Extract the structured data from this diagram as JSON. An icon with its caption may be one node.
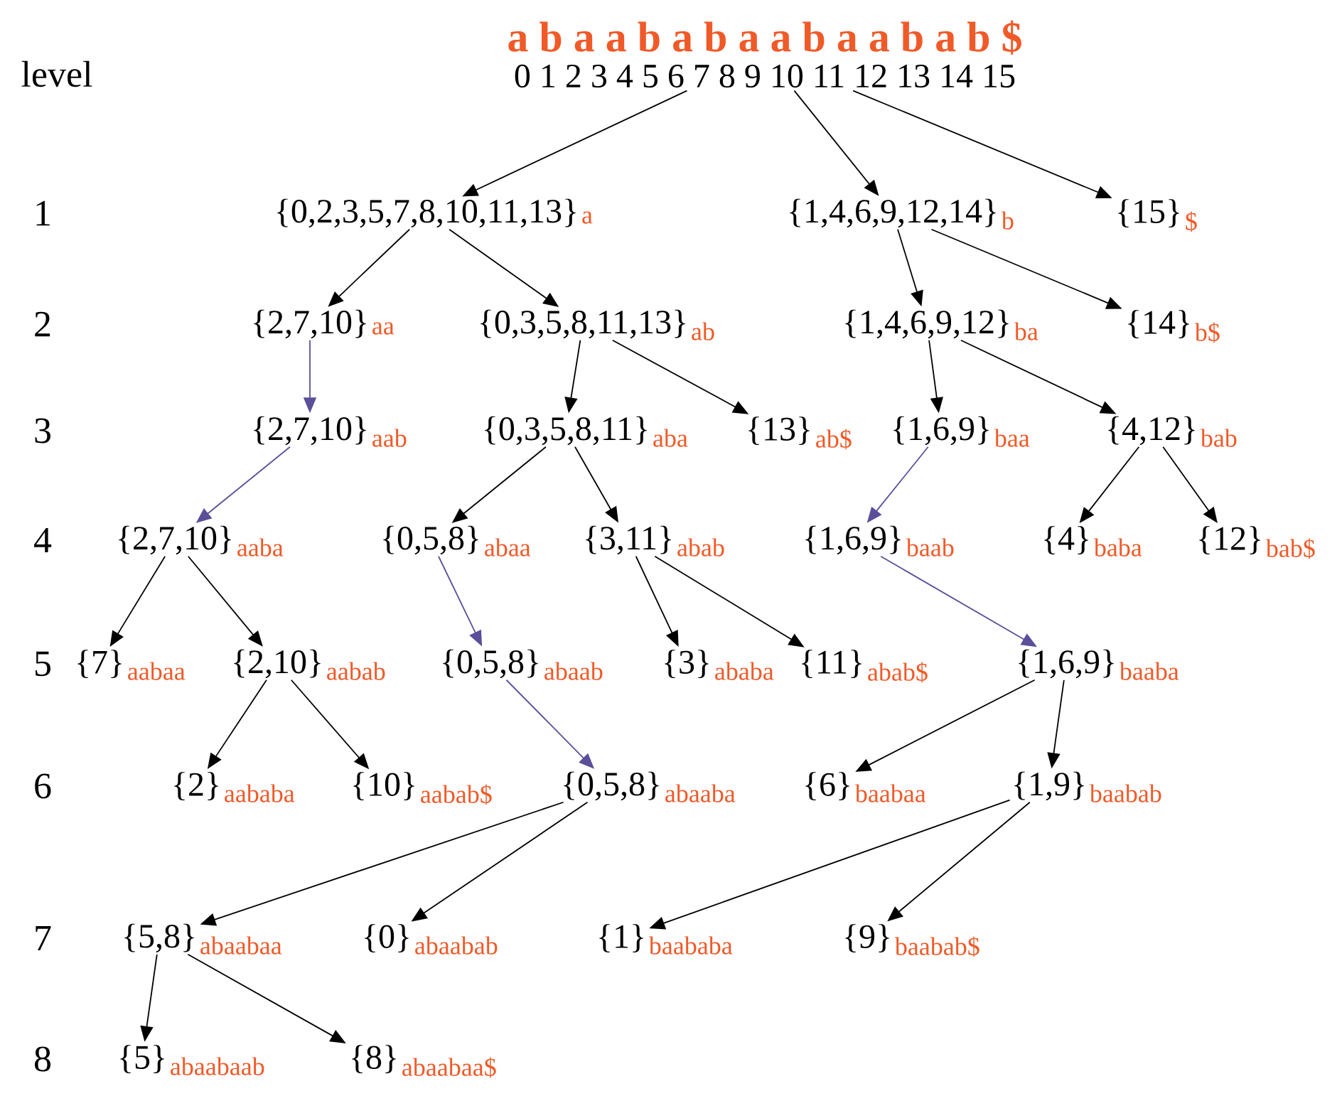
{
  "diagram": {
    "nodes": [
      {
        "text": [
          "a b a a b a b a a b a a b a b $",
          "0 1 2 3 4 5 6 7 8 9 10 11 12 13 14 15"
        ]
      },
      {
        "text": [
          "{0,2,3,5,7,8,10,11,13}"
        ],
        "beside": [
          "a"
        ]
      },
      {
        "text": [
          "{1,4,6,9,12,14}"
        ],
        "beside": [
          "b"
        ]
      },
      {
        "text": [
          "{15}"
        ],
        "beside": [
          "$"
        ]
      },
      {
        "text": [
          "{2,7,10}"
        ],
        "beside": [
          "aa"
        ]
      },
      {
        "text": [
          "{0,3,5,8,11,13}"
        ],
        "beside": [
          "ab"
        ]
      },
      {
        "text": [
          "{1,4,6,9,12}"
        ],
        "beside": [
          "ba"
        ]
      },
      {
        "text": [
          "{14}"
        ],
        "beside": [
          "b$"
        ]
      },
      {
        "text": [
          "{2,7,10}"
        ],
        "beside": [
          "aab"
        ]
      },
      {
        "text": [
          "{0,3,5,8,11}"
        ],
        "beside": [
          "aba"
        ]
      },
      {
        "text": [
          "{13}"
        ],
        "beside": [
          "ab$"
        ]
      },
      {
        "text": [
          "{1,6,9}"
        ],
        "beside": [
          "baa"
        ]
      },
      {
        "text": [
          "{4,12}"
        ],
        "beside": [
          "bab"
        ]
      },
      {
        "text": [
          "{2,7,10}"
        ],
        "beside": [
          "aaba"
        ]
      },
      {
        "text": [
          "{0,5,8}"
        ],
        "beside": [
          "abaa"
        ]
      },
      {
        "text": [
          "{3,11}"
        ],
        "beside": [
          "abab"
        ]
      },
      {
        "text": [
          "{1,6,9}"
        ],
        "beside": [
          "baab"
        ]
      },
      {
        "text": [
          "{4}"
        ],
        "beside": [
          "baba"
        ]
      },
      {
        "text": [
          "{12}"
        ],
        "beside": [
          "bab$"
        ]
      },
      {
        "text": [
          "{7}"
        ],
        "beside": [
          "aabaa"
        ]
      },
      {
        "text": [
          "{2,10}"
        ],
        "beside": [
          "aabab"
        ]
      },
      {
        "text": [
          "{0,5,8}"
        ],
        "beside": [
          "abaab"
        ]
      },
      {
        "text": [
          "{3}"
        ],
        "beside": [
          "ababa"
        ]
      },
      {
        "text": [
          "{11}"
        ],
        "beside": [
          "abab$"
        ]
      },
      {
        "text": [
          "{1,6,9}"
        ],
        "beside": [
          "baaba"
        ]
      },
      {
        "text": [
          "{2}"
        ],
        "beside": [
          "aababa"
        ]
      },
      {
        "text": [
          "{10}"
        ],
        "beside": [
          "aabab$"
        ]
      },
      {
        "text": [
          "{0,5,8}"
        ],
        "beside": [
          "abaaba"
        ]
      },
      {
        "text": [
          "{6}"
        ],
        "beside": [
          "baabaa"
        ]
      },
      {
        "text": [
          "{1,9}"
        ],
        "beside": [
          "baabab"
        ]
      },
      {
        "text": [
          "{5,8}"
        ],
        "beside": [
          "abaabaa"
        ]
      },
      {
        "text": [
          "{0}"
        ],
        "beside": [
          "abaabab"
        ]
      },
      {
        "text": [
          "{1}"
        ],
        "beside": [
          "baababa"
        ]
      },
      {
        "text": [
          "{9}"
        ],
        "beside": [
          "baabab$"
        ]
      },
      {
        "text": [
          "{5}"
        ],
        "beside": [
          "abaabaab"
        ]
      },
      {
        "text": [
          "{8}"
        ],
        "beside": [
          "abaabaa$"
        ]
      }
    ],
    "edges": [
      {
        "from": 0,
        "to": 1,
        "arrow": "to"
      },
      {
        "from": 0,
        "to": 2,
        "arrow": "to"
      },
      {
        "from": 0,
        "to": 3,
        "arrow": "to"
      },
      {
        "from": 1,
        "to": 4,
        "arrow": "to"
      },
      {
        "from": 1,
        "to": 5,
        "arrow": "to"
      },
      {
        "from": 2,
        "to": 6,
        "arrow": "to"
      },
      {
        "from": 2,
        "to": 7,
        "arrow": "to"
      },
      {
        "from": 4,
        "to": 8,
        "arrow": "to",
        "color": "#5b4f9a"
      },
      {
        "from": 5,
        "to": 9,
        "arrow": "to"
      },
      {
        "from": 5,
        "to": 10,
        "arrow": "to"
      },
      {
        "from": 6,
        "to": 11,
        "arrow": "to"
      },
      {
        "from": 6,
        "to": 12,
        "arrow": "to"
      },
      {
        "from": 8,
        "to": 13,
        "arrow": "to",
        "color": "#5b4f9a"
      },
      {
        "from": 9,
        "to": 14,
        "arrow": "to"
      },
      {
        "from": 9,
        "to": 15,
        "arrow": "to"
      },
      {
        "from": 11,
        "to": 16,
        "arrow": "to",
        "color": "#5b4f9a"
      },
      {
        "from": 12,
        "to": 17,
        "arrow": "to"
      },
      {
        "from": 12,
        "to": 18,
        "arrow": "to"
      },
      {
        "from": 13,
        "to": 19,
        "arrow": "to"
      },
      {
        "from": 13,
        "to": 20,
        "arrow": "to"
      },
      {
        "from": 14,
        "to": 21,
        "arrow": "to",
        "color": "#5b4f9a"
      },
      {
        "from": 15,
        "to": 22,
        "arrow": "to"
      },
      {
        "from": 15,
        "to": 23,
        "arrow": "to"
      },
      {
        "from": 16,
        "to": 24,
        "arrow": "to",
        "color": "#5b4f9a"
      },
      {
        "from": 20,
        "to": 25,
        "arrow": "to"
      },
      {
        "from": 20,
        "to": 26,
        "arrow": "to"
      },
      {
        "from": 21,
        "to": 27,
        "arrow": "to",
        "color": "#5b4f9a"
      },
      {
        "from": 24,
        "to": 28,
        "arrow": "to"
      },
      {
        "from": 24,
        "to": 29,
        "arrow": "to"
      },
      {
        "from": 27,
        "to": 30,
        "arrow": "to"
      },
      {
        "from": 27,
        "to": 31,
        "arrow": "to"
      },
      {
        "from": 29,
        "to": 32,
        "arrow": "to"
      },
      {
        "from": 29,
        "to": 33,
        "arrow": "to"
      },
      {
        "from": 30,
        "to": 34,
        "arrow": "to"
      },
      {
        "from": 30,
        "to": 35,
        "arrow": "to"
      }
    ],
    "labels": [
      "level",
      "1",
      "2",
      "3",
      "4",
      "5",
      "6",
      "7",
      "8"
    ]
  }
}
